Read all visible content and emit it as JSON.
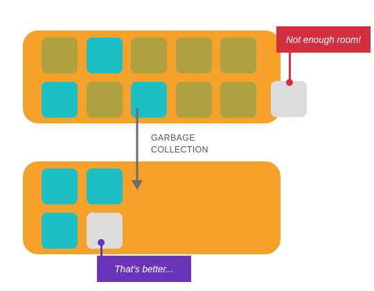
{
  "diagram": {
    "process_label_line1": "GARBAGE",
    "process_label_line2": "COLLECTION",
    "callout_top": "Not enough room!",
    "callout_bottom": "That's better...",
    "colors": {
      "heap": "#f6a12a",
      "live_block": "#1cbfc4",
      "garbage_block": "#aea13f",
      "new_block": "#dcdcdc",
      "callout_top": "#d32f3e",
      "callout_bottom": "#6a34b8",
      "arrow": "#6b6b6b"
    },
    "heap_before": {
      "rows": [
        [
          "garbage",
          "live",
          "garbage",
          "garbage",
          "garbage"
        ],
        [
          "live",
          "garbage",
          "live",
          "garbage",
          "garbage"
        ]
      ]
    },
    "heap_after": {
      "rows": [
        [
          "live",
          "live"
        ],
        [
          "live",
          "new"
        ]
      ]
    }
  }
}
